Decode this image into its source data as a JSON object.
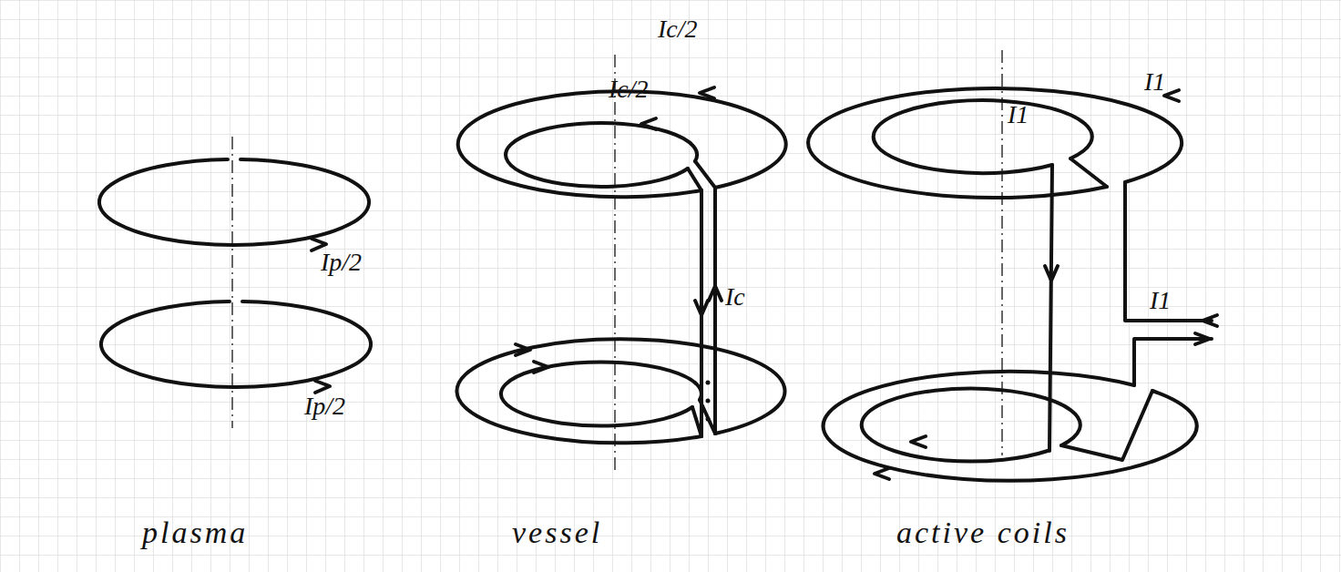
{
  "diagram": {
    "labels": [
      "Ip/2",
      "Ip/2",
      "Ic/2",
      "Ic/2",
      "Ic",
      "I1",
      "I1",
      "I1",
      "plasma",
      "vessel",
      "active coils"
    ]
  }
}
